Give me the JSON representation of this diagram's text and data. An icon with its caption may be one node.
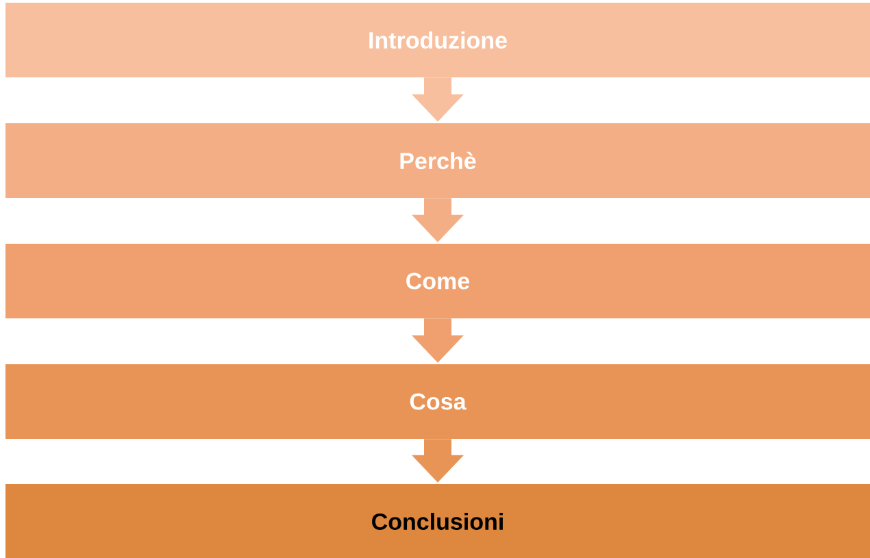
{
  "diagram": {
    "nodes": [
      {
        "text": [
          "Introduzione"
        ]
      },
      {
        "text": [
          "Perchè"
        ]
      },
      {
        "text": [
          "Come"
        ]
      },
      {
        "text": [
          "Cosa"
        ]
      },
      {
        "text": [
          "Conclusioni"
        ]
      }
    ],
    "edges": [
      {
        "from": 0,
        "to": 1,
        "arrow": "to"
      },
      {
        "from": 1,
        "to": 2,
        "arrow": "to"
      },
      {
        "from": 2,
        "to": 3,
        "arrow": "to"
      },
      {
        "from": 3,
        "to": 4,
        "arrow": "to"
      }
    ]
  }
}
